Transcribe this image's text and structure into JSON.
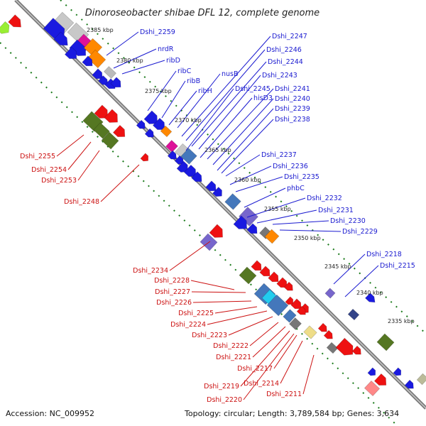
{
  "title": "Dinoroseobacter shibae DFL 12, complete genome",
  "footer": {
    "accession": "Accession: NC_009952",
    "topology": "Topology: circular; Length: 3,789,584 bp; Genes: 3,634"
  },
  "ticks": [
    "2385 kbp",
    "2380 kbp",
    "2375 kbp",
    "2370 kbp",
    "2365 kbp",
    "2360 kbp",
    "2355 kbp",
    "2350 kbp",
    "2345 kbp",
    "2340 kbp",
    "2335 kbp"
  ],
  "labels_forward": [
    "Dshi_2259",
    "nrdR",
    "ribD",
    "ribC",
    "ribB",
    "ribH",
    "nusB",
    "Dshi_2247",
    "Dshi_2246",
    "Dshi_2244",
    "Dshi_2243",
    "Dshi_2245",
    "hisD3",
    "Dshi_2241",
    "Dshi_2240",
    "Dshi_2239",
    "Dshi_2238",
    "Dshi_2237",
    "Dshi_2236",
    "Dshi_2235",
    "phbC",
    "Dshi_2232",
    "Dshi_2231",
    "Dshi_2230",
    "Dshi_2229",
    "Dshi_2218",
    "Dshi_2215"
  ],
  "labels_reverse": [
    "Dshi_2255",
    "Dshi_2254",
    "Dshi_2253",
    "Dshi_2248",
    "Dshi_2234",
    "Dshi_2228",
    "Dshi_2227",
    "Dshi_2226",
    "Dshi_2225",
    "Dshi_2224",
    "Dshi_2223",
    "Dshi_2222",
    "Dshi_2221",
    "Dshi_2217",
    "Dshi_2214",
    "Dshi_2219",
    "Dshi_2220",
    "Dshi_2211"
  ],
  "colors": {
    "forward": "#1010e0",
    "reverse": "#e01010",
    "backbone": "#888888",
    "dots": "#1a7a1a"
  }
}
